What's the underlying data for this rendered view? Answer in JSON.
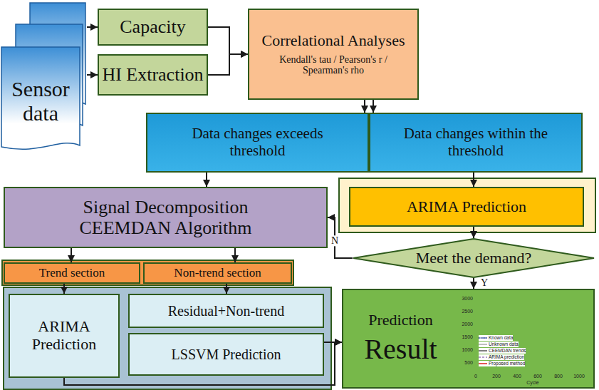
{
  "diagram": {
    "nodes": [
      {
        "text": [
          "Sensor data"
        ]
      },
      {
        "text": [
          "Capacity"
        ]
      },
      {
        "text": [
          "HI Extraction"
        ]
      },
      {
        "text": [
          "Correlational Analyses",
          "Kendall's tau / Pearson's r / Spearman's rho"
        ]
      },
      {
        "text": [
          "Data changes exceeds threshold"
        ]
      },
      {
        "text": [
          "Data changes within the threshold"
        ]
      },
      {
        "text": [
          "Signal Decomposition CEEMDAN Algorithm"
        ]
      },
      {
        "text": [
          "ARIMA Prediction"
        ]
      },
      {
        "text": [
          "Meet the demand?"
        ]
      },
      {
        "text": [
          "Trend section"
        ]
      },
      {
        "text": [
          "Non-trend section"
        ]
      },
      {
        "text": [
          "ARIMA Prediction"
        ]
      },
      {
        "text": [
          "Residual+Non-trend"
        ]
      },
      {
        "text": [
          "LSSVM Prediction"
        ]
      },
      {
        "text": [
          "Prediction",
          "Result"
        ]
      }
    ],
    "edges": [
      {
        "from": 0,
        "to": 1,
        "arrow": "to"
      },
      {
        "from": 0,
        "to": 2,
        "arrow": "to"
      },
      {
        "from": 1,
        "to": 3,
        "arrow": "to"
      },
      {
        "from": 2,
        "to": 3,
        "arrow": "to"
      },
      {
        "from": 3,
        "to": 4,
        "arrow": "to"
      },
      {
        "from": 3,
        "to": 5,
        "arrow": "to"
      },
      {
        "from": 4,
        "to": 6,
        "arrow": "to"
      },
      {
        "from": 5,
        "to": 7,
        "arrow": "to"
      },
      {
        "from": 7,
        "to": 8,
        "arrow": "to"
      },
      {
        "from": 8,
        "to": 6,
        "label": "N",
        "arrow": "to"
      },
      {
        "from": 8,
        "to": 14,
        "label": "Y",
        "arrow": "to"
      },
      {
        "from": 6,
        "to": 9,
        "arrow": "to"
      },
      {
        "from": 6,
        "to": 10,
        "arrow": "to"
      },
      {
        "from": 9,
        "to": 11,
        "arrow": "to"
      },
      {
        "from": 10,
        "to": 12,
        "arrow": "to"
      },
      {
        "from": 13,
        "to": 14,
        "arrow": "to"
      },
      {
        "from": 11,
        "to": 14,
        "arrow": "to"
      }
    ],
    "labels": [
      "0",
      "200",
      "400",
      "600",
      "800",
      "1000",
      "500",
      "1000",
      "1500",
      "2000",
      "2500",
      "3000",
      "Cycle"
    ],
    "legend": [
      {
        "text": "Known data"
      },
      {
        "text": "Unknown data"
      },
      {
        "text": "CEEMDAN trends"
      },
      {
        "text": "ARIMA prediction"
      },
      {
        "text": "Proposed method"
      }
    ]
  }
}
